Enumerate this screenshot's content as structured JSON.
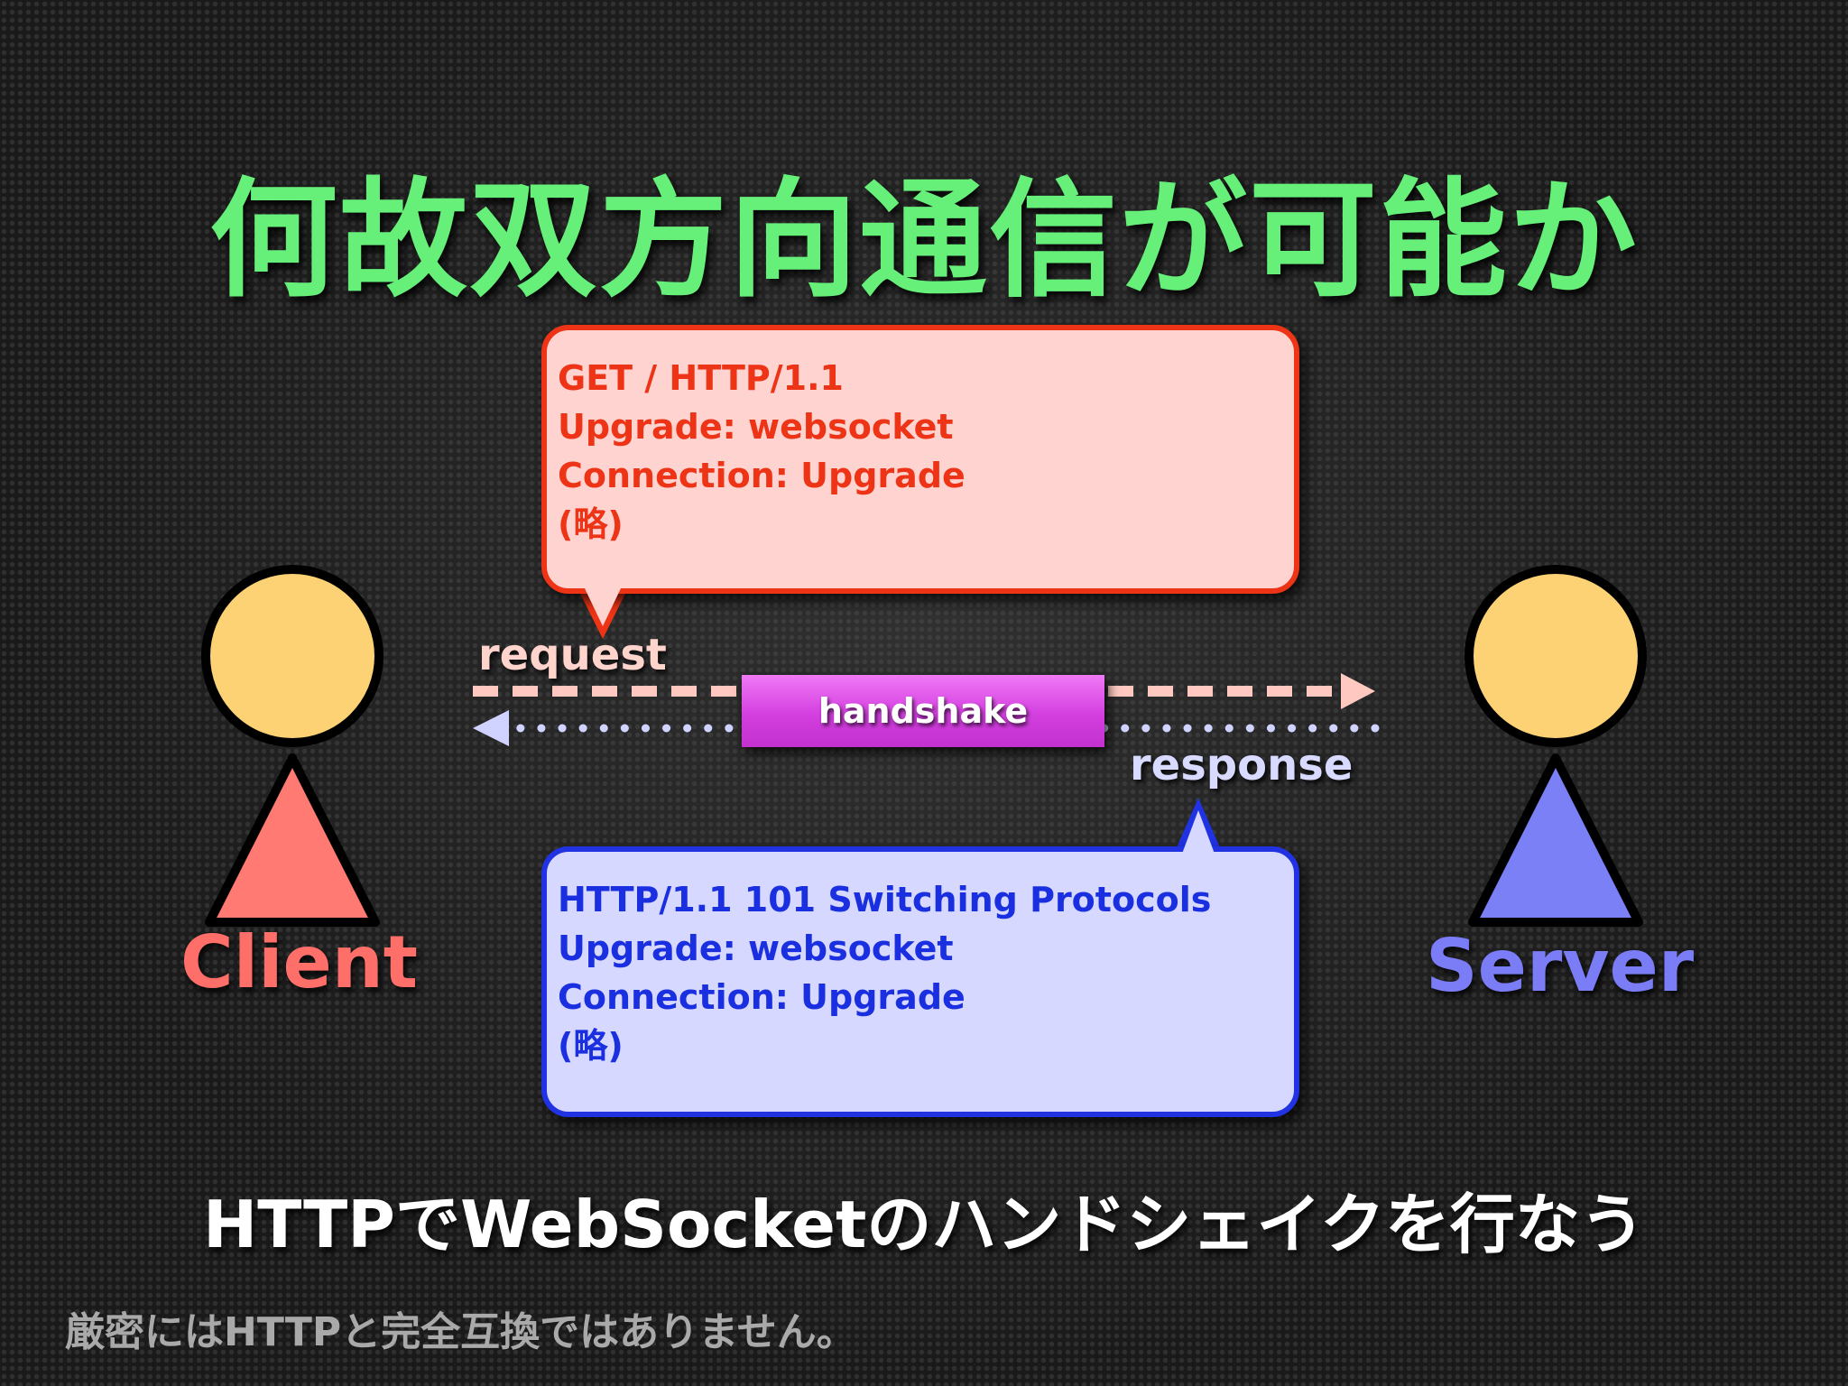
{
  "title": "何故双方向通信が可能か",
  "request_bubble": {
    "lines": [
      "GET / HTTP/1.1",
      "Upgrade: websocket",
      "Connection: Upgrade",
      "(略)"
    ]
  },
  "response_bubble": {
    "lines": [
      "HTTP/1.1 101 Switching Protocols",
      "Upgrade: websocket",
      "Connection: Upgrade",
      "(略)"
    ]
  },
  "labels": {
    "request": "request",
    "response": "response",
    "handshake": "handshake"
  },
  "actors": {
    "client": "Client",
    "server": "Server"
  },
  "subtitle": "HTTPでWebSocketのハンドシェイクを行なう",
  "note": "厳密にはHTTPと完全互換ではありません。",
  "colors": {
    "title": "#66f07a",
    "request": "#ee3416",
    "response": "#1a2fe0",
    "handshake": "#d43fe0",
    "figure_head": "#fdd274",
    "client_body": "#ff7a72",
    "server_body": "#7b80f6"
  }
}
